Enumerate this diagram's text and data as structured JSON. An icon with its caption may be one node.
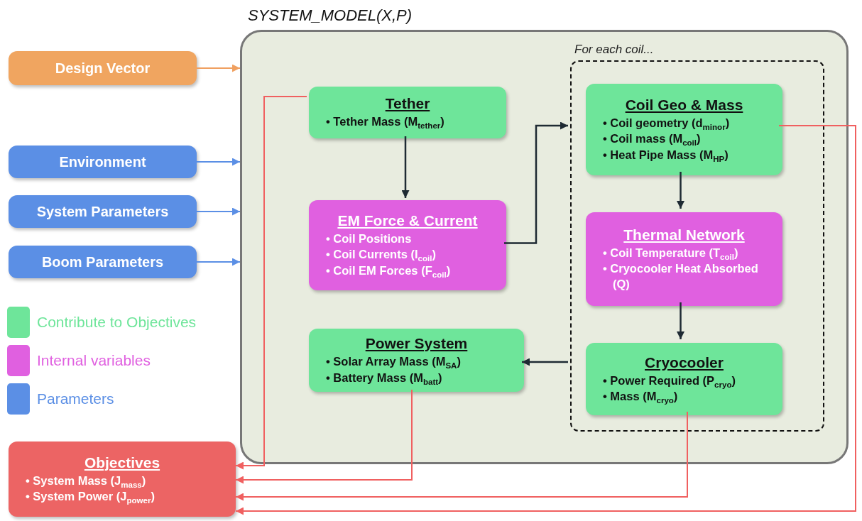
{
  "diagram": {
    "nodes": [
      {
        "text": [
          "SYSTEM_MODEL(X,P)"
        ]
      },
      {
        "text": [
          "For each coil..."
        ],
        "in": 0
      },
      {
        "text": [
          "Design Vector"
        ]
      },
      {
        "text": [
          "Environment"
        ]
      },
      {
        "text": [
          "System Parameters"
        ]
      },
      {
        "text": [
          "Boom Parameters"
        ]
      },
      {
        "text": [
          "Tether",
          "• Tether Mass (M$_{tether}$)"
        ],
        "in": 0
      },
      {
        "text": [
          "EM Force & Current",
          "• Coil Positions",
          "• Coil Currents (I$_{coil}$)",
          "• Coil EM Forces (F$_{coil}$)"
        ],
        "in": 0
      },
      {
        "text": [
          "Power System",
          "• Solar Array Mass (M$_{SA}$)",
          "• Battery Mass (M$_{batt}$)"
        ],
        "in": 0
      },
      {
        "text": [
          "Coil Geo & Mass",
          "• Coil geometry (d$_{minor}$)",
          "• Coil mass (M$_{coil}$)",
          "• Heat Pipe Mass (M$_{HP}$)"
        ],
        "in": 1
      },
      {
        "text": [
          "Thermal Network",
          "• Coil Temperature (T$_{coil}$)",
          "• Cryocooler Heat Absorbed (Q)"
        ],
        "in": 1
      },
      {
        "text": [
          "Cryocooler",
          "• Power Required (P$_{cryo}$)",
          "• Mass (M$_{cryo}$)"
        ],
        "in": 1
      },
      {
        "text": [
          "Objectives",
          "• System Mass (J$_{mass}$)",
          "• System Power (J$_{power}$)"
        ]
      }
    ],
    "edges": [
      {
        "from": 2,
        "to": 0,
        "arrow": "to",
        "color": "#f0a060"
      },
      {
        "from": 3,
        "to": 0,
        "arrow": "to",
        "color": "#5b8fe5"
      },
      {
        "from": 4,
        "to": 0,
        "arrow": "to",
        "color": "#5b8fe5"
      },
      {
        "from": 5,
        "to": 0,
        "arrow": "to",
        "color": "#5b8fe5"
      },
      {
        "from": 6,
        "to": 7,
        "arrow": "to"
      },
      {
        "from": 7,
        "to": 1,
        "arrow": "to"
      },
      {
        "from": 9,
        "to": 10,
        "arrow": "to"
      },
      {
        "from": 10,
        "to": 11,
        "arrow": "to"
      },
      {
        "from": 1,
        "to": 8,
        "arrow": "to"
      },
      {
        "from": 6,
        "to": 12,
        "arrow": "to",
        "color": "#f06060"
      },
      {
        "from": 8,
        "to": 12,
        "arrow": "to",
        "color": "#f06060"
      },
      {
        "from": 11,
        "to": 12,
        "arrow": "to",
        "color": "#f06060"
      },
      {
        "from": 9,
        "to": 12,
        "arrow": "to",
        "color": "#f06060"
      }
    ],
    "legend": [
      {
        "text": "Contribute to Objectives",
        "color": "#6ee59a"
      },
      {
        "text": "Internal variables",
        "color": "#e060e0"
      },
      {
        "text": "Parameters",
        "color": "#5b8fe5"
      }
    ]
  }
}
